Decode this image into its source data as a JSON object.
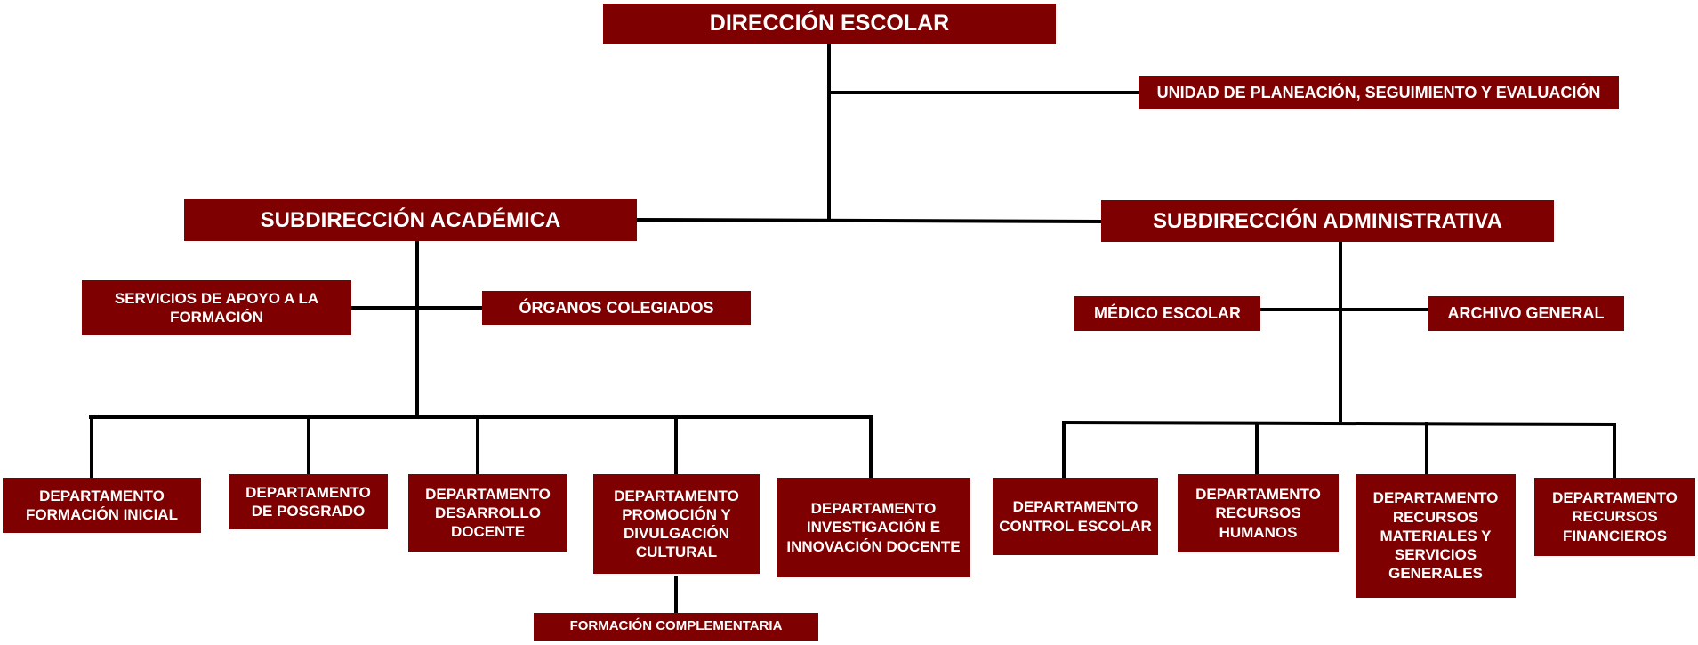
{
  "colors": {
    "box_fill": "#7f0000",
    "box_text": "#ffffff",
    "connector": "#000000"
  },
  "direccion": "DIRECCIÓN ESCOLAR",
  "unidad_planeacion": "UNIDAD DE PLANEACIÓN, SEGUIMIENTO Y EVALUACIÓN",
  "academica": {
    "title": "SUBDIRECCIÓN ACADÉMICA",
    "servicios_apoyo": "SERVICIOS DE APOYO A LA FORMACIÓN",
    "organos_colegiados": "ÓRGANOS COLEGIADOS",
    "departments": [
      "DEPARTAMENTO FORMACIÓN INICIAL",
      "DEPARTAMENTO DE POSGRADO",
      "DEPARTAMENTO DESARROLLO DOCENTE",
      "DEPARTAMENTO PROMOCIÓN Y DIVULGACIÓN CULTURAL",
      "DEPARTAMENTO INVESTIGACIÓN E INNOVACIÓN DOCENTE"
    ],
    "formacion_complementaria": "FORMACIÓN COMPLEMENTARIA"
  },
  "administrativa": {
    "title": "SUBDIRECCIÓN ADMINISTRATIVA",
    "medico_escolar": "MÉDICO ESCOLAR",
    "archivo_general": "ARCHIVO GENERAL",
    "departments": [
      "DEPARTAMENTO CONTROL ESCOLAR",
      "DEPARTAMENTO RECURSOS HUMANOS",
      "DEPARTAMENTO RECURSOS MATERIALES Y SERVICIOS GENERALES",
      "DEPARTAMENTO RECURSOS FINANCIEROS"
    ]
  }
}
